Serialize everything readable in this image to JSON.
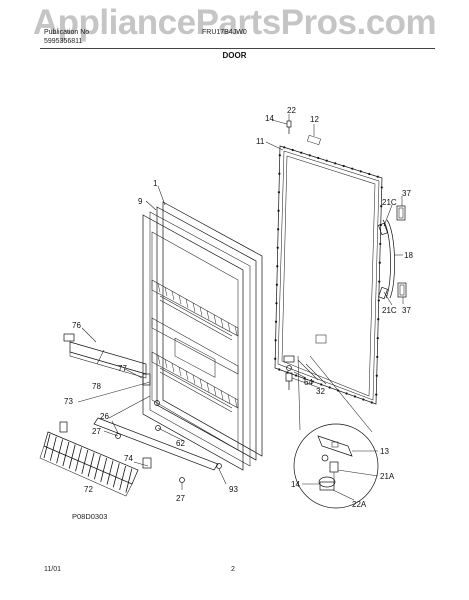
{
  "watermark": "AppliancePartsPros.com",
  "header": {
    "left_line1": "Publication No",
    "left_line2": "5995356811",
    "model": "FRU17B4JW0",
    "title": "DOOR"
  },
  "diagram_code": "P08D0303",
  "footer": {
    "date": "11/01",
    "page": "2"
  },
  "callouts": {
    "c1": "1",
    "c9": "9",
    "c76": "76",
    "c78": "78",
    "c77": "77",
    "c73": "73",
    "c26": "26",
    "c27a": "27",
    "c74": "74",
    "c72": "72",
    "c62": "62",
    "c27b": "27",
    "c93": "93",
    "c14a": "14",
    "c22": "22",
    "c12": "12",
    "c11": "11",
    "c37a": "37",
    "c21ca": "21C",
    "c18": "18",
    "c21cb": "21C",
    "c37b": "37",
    "c64": "64",
    "c32": "32",
    "c13": "13",
    "c21a": "21A",
    "c14b": "14",
    "c22a": "22A"
  }
}
